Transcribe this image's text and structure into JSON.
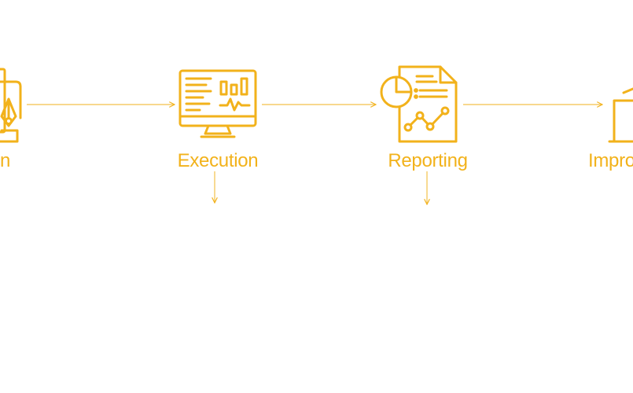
{
  "colors": {
    "accent": "#f2b21b",
    "connector": "#f4c04a"
  },
  "steps": [
    {
      "label": "n",
      "icon": "pen-nib-document-icon"
    },
    {
      "label": "Execution",
      "icon": "monitor-dashboard-icon"
    },
    {
      "label": "Reporting",
      "icon": "report-chart-icon"
    },
    {
      "label": "Impro",
      "icon": "podium-icon"
    }
  ]
}
